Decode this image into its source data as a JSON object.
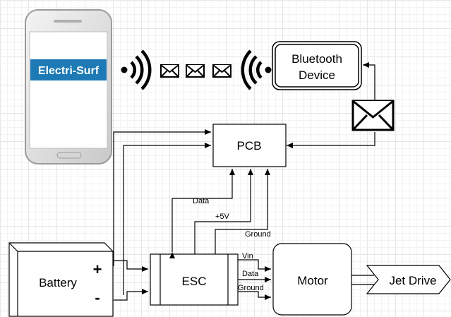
{
  "phone": {
    "app_name": "Electri-Surf"
  },
  "nodes": {
    "bluetooth_line1": "Bluetooth",
    "bluetooth_line2": "Device",
    "pcb": "PCB",
    "battery": "Battery",
    "battery_plus": "+",
    "battery_minus": "-",
    "esc": "ESC",
    "motor": "Motor",
    "jet_drive": "Jet Drive"
  },
  "edges": {
    "data": "Data",
    "five_volt": "+5V",
    "ground": "Ground",
    "vin": "Vin",
    "esc_data": "Data",
    "esc_ground": "Ground"
  },
  "icons": {
    "wifi_left": "wifi-signal-icon",
    "wifi_right": "wifi-signal-icon",
    "envelopes": [
      "envelope-icon",
      "envelope-icon",
      "envelope-icon"
    ],
    "big_envelope": "envelope-icon"
  },
  "colors": {
    "brand_banner": "#1d7ab5"
  }
}
